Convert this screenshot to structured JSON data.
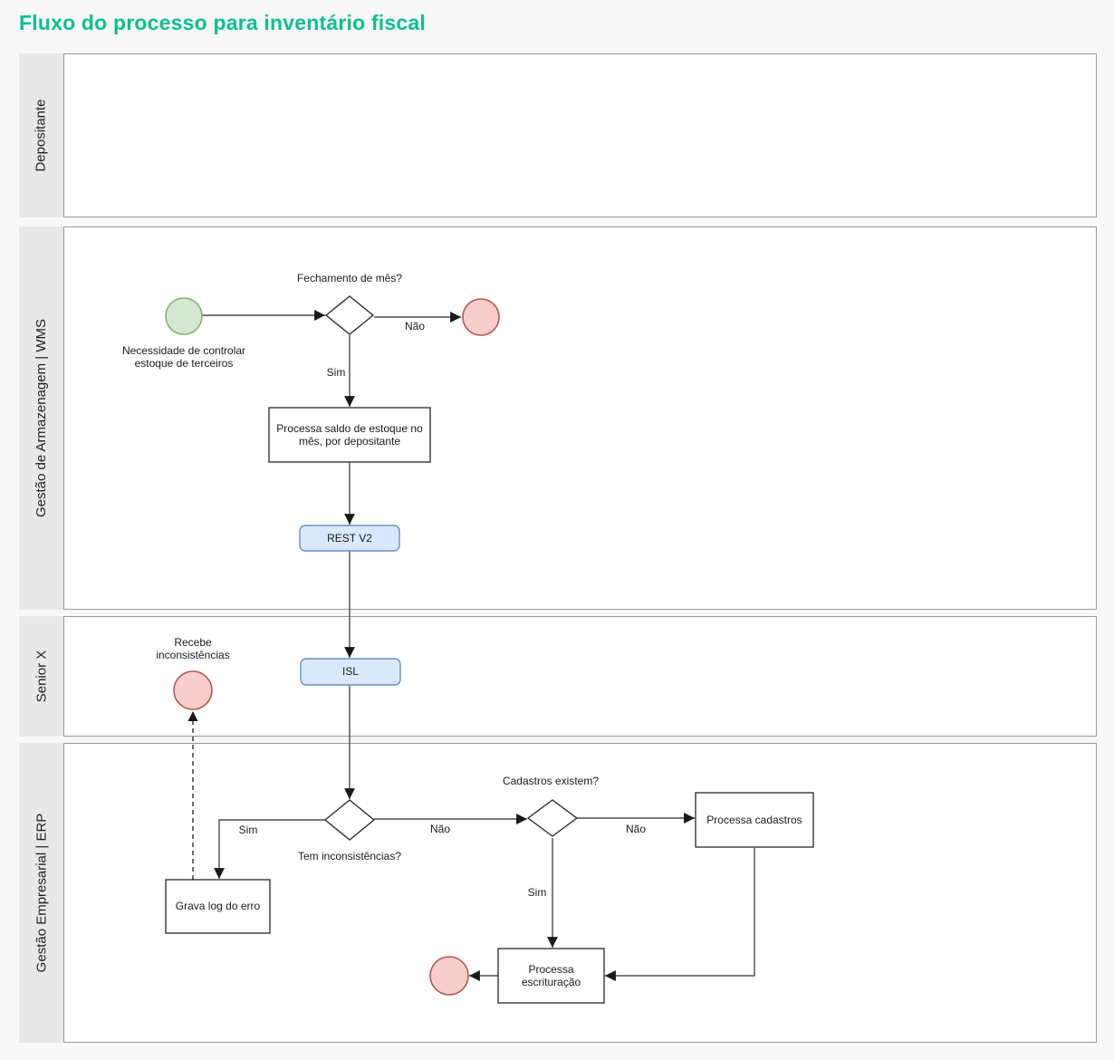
{
  "title": "Fluxo do processo para inventário fiscal",
  "lanes": [
    {
      "label": "Depositante"
    },
    {
      "label": "Gestão de Armazenagem | WMS"
    },
    {
      "label": "Senior X"
    },
    {
      "label": "Gestão Empresarial | ERP"
    }
  ],
  "nodes": {
    "start": {
      "type": "start-event",
      "label": "Necessidade de controlar estoque de terceiros"
    },
    "gw_fechamento": {
      "type": "gateway",
      "label": "Fechamento de mês?"
    },
    "processa_saldo": {
      "type": "task",
      "label": "Processa saldo de estoque no mês, por depositante"
    },
    "rest_v2": {
      "type": "connector",
      "label": "REST V2"
    },
    "isl": {
      "type": "connector",
      "label": "ISL"
    },
    "recebe_inconsistencias": {
      "type": "event",
      "label": "Recebe inconsistências"
    },
    "gw_tem_inconsistencias": {
      "type": "gateway",
      "label": "Tem inconsistências?"
    },
    "grava_log": {
      "type": "task",
      "label": "Grava log do erro"
    },
    "gw_cadastros_existem": {
      "type": "gateway",
      "label": "Cadastros existem?"
    },
    "processa_cadastros": {
      "type": "task",
      "label": "Processa cadastros"
    },
    "processa_escrituracao": {
      "type": "task",
      "label": "Processa escrituração"
    }
  },
  "edge_labels": {
    "fechamento_nao": "Não",
    "fechamento_sim": "Sim",
    "tem_sim": "Sim",
    "tem_nao": "Não",
    "cadastros_nao": "Não",
    "cadastros_sim": "Sim"
  },
  "colors": {
    "title": "#0CBF90",
    "start_event_fill": "#D5E8D4",
    "start_event_stroke": "#82B366",
    "end_event_fill": "#F8CECC",
    "end_event_stroke": "#B85450",
    "connector_fill": "#DAE8FC",
    "connector_stroke": "#6C8EBF",
    "lane_strip": "#E8E8E8"
  }
}
